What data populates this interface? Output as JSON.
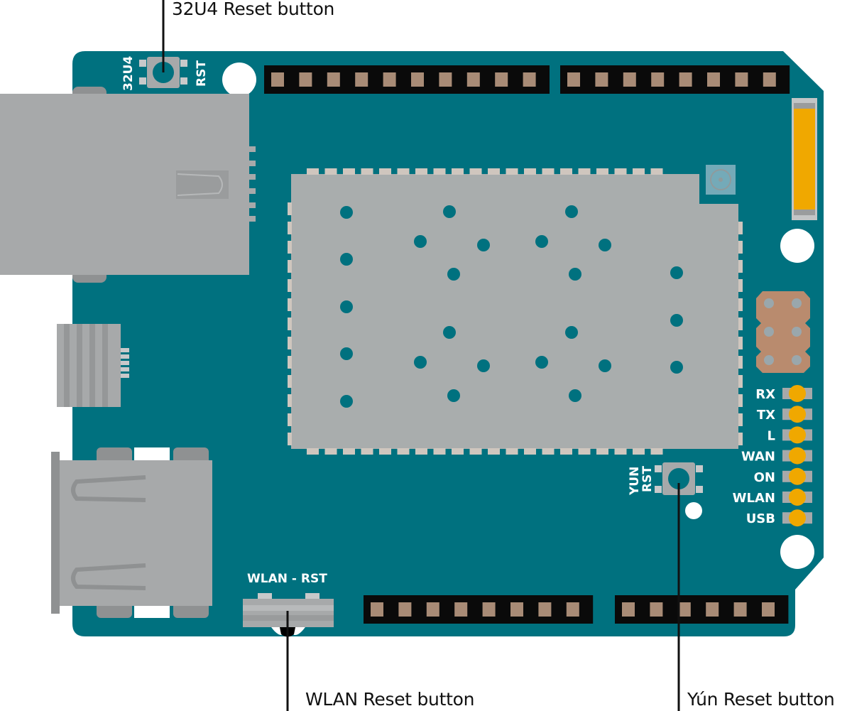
{
  "title": "Arduino Yún reset buttons",
  "callouts": {
    "u4_reset": "32U4 Reset button",
    "wlan_reset": "WLAN Reset button",
    "yun_reset": "Yún Reset button"
  },
  "silkscreen": {
    "u4_label": "32U4",
    "u4_rst": "RST",
    "yun_label": "YUN",
    "yun_rst": "RST",
    "wlan_rst": "WLAN - RST"
  },
  "leds": [
    {
      "label": "RX"
    },
    {
      "label": "TX"
    },
    {
      "label": "L"
    },
    {
      "label": "WAN"
    },
    {
      "label": "ON"
    },
    {
      "label": "WLAN"
    },
    {
      "label": "USB"
    }
  ],
  "headers": {
    "top_left_pins": 10,
    "top_right_pins": 8,
    "bottom_left_pins": 8,
    "bottom_right_pins": 6
  },
  "colors": {
    "pcb": "#00717f",
    "header": "#0a0a0a",
    "pin": "#a88b76",
    "metal": "#a7a9aa",
    "metal_dark": "#8f9192",
    "led": "#f0a800",
    "icsp": "#b98b6e"
  }
}
